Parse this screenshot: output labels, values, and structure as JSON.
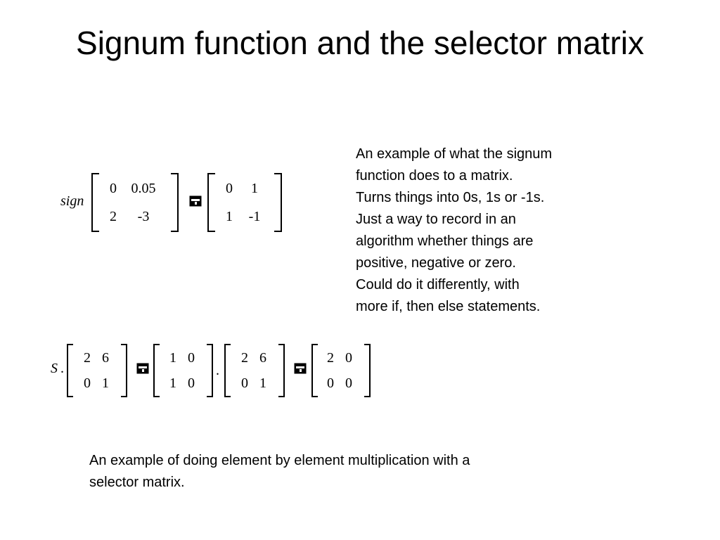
{
  "title": "Signum function and the selector matrix",
  "notes": {
    "right_lines": [
      "An example of what the signum",
      "function does to a matrix.",
      "Turns things into 0s, 1s or -1s.",
      "Just a way to record in an",
      "algorithm whether things are",
      "positive, negative or zero.",
      "Could do it differently, with",
      "more if, then else statements."
    ],
    "bottom_lines": [
      "An example of doing element by element multiplication with a",
      "selector matrix."
    ]
  },
  "equation1": {
    "func": "sign",
    "input": [
      [
        "0",
        "0.05"
      ],
      [
        "2",
        "-3"
      ]
    ],
    "output": [
      [
        "0",
        "1"
      ],
      [
        "1",
        "-1"
      ]
    ],
    "operator_icon": "garbled-equals-box-icon"
  },
  "equation2": {
    "label": "S",
    "dot": ".",
    "a": [
      [
        "2",
        "6"
      ],
      [
        "0",
        "1"
      ]
    ],
    "b": [
      [
        "1",
        "0"
      ],
      [
        "1",
        "0"
      ]
    ],
    "b_dot": ".",
    "c": [
      [
        "2",
        "6"
      ],
      [
        "0",
        "1"
      ]
    ],
    "result": [
      [
        "2",
        "0"
      ],
      [
        "0",
        "0"
      ]
    ],
    "operator_icon": "garbled-equals-box-icon"
  }
}
